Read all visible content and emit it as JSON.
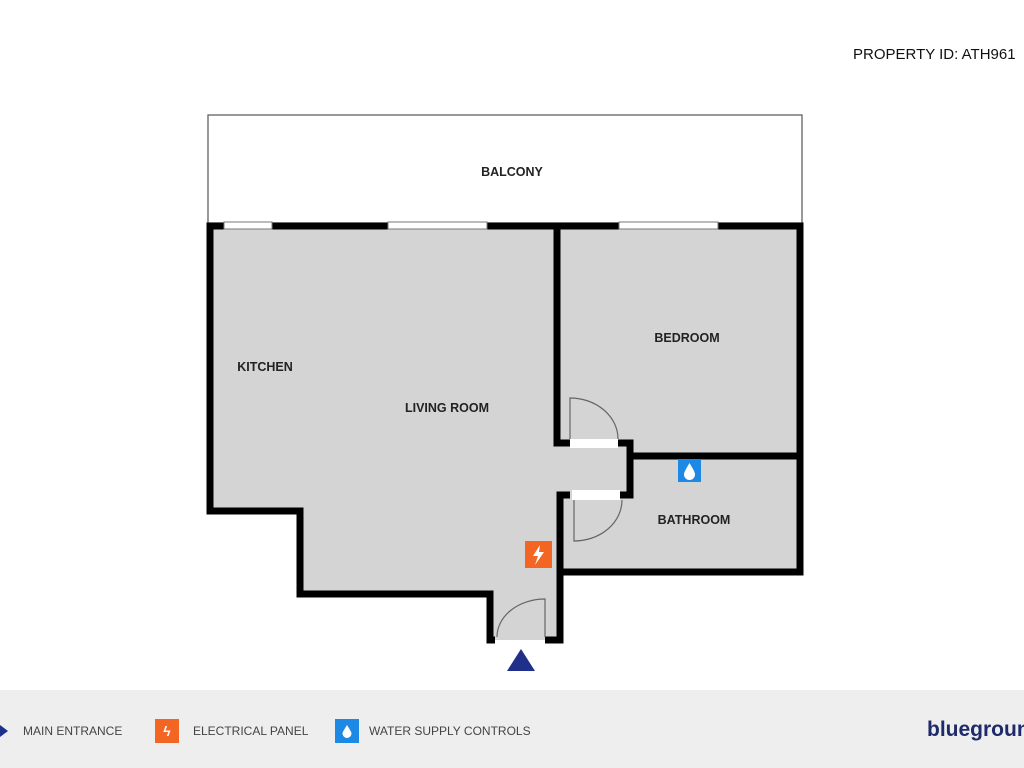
{
  "property_id": "PROPERTY ID: ATH961",
  "rooms": {
    "balcony": "BALCONY",
    "kitchen": "KITCHEN",
    "living_room": "LIVING ROOM",
    "bedroom": "BEDROOM",
    "bathroom": "BATHROOM"
  },
  "legend": {
    "main_entrance": "MAIN ENTRANCE",
    "electrical_panel": "ELECTRICAL PANEL",
    "water_supply": "WATER SUPPLY CONTROLS"
  },
  "brand": "bluegroun",
  "colors": {
    "wall": "#000000",
    "floor": "#d4d4d4",
    "entrance": "#1f2f8a",
    "electrical": "#f26522",
    "water": "#1e88e5",
    "legend_bg": "#eeeeee"
  },
  "icons": [
    "entrance-arrow-icon",
    "electrical-panel-icon",
    "water-drop-icon"
  ]
}
